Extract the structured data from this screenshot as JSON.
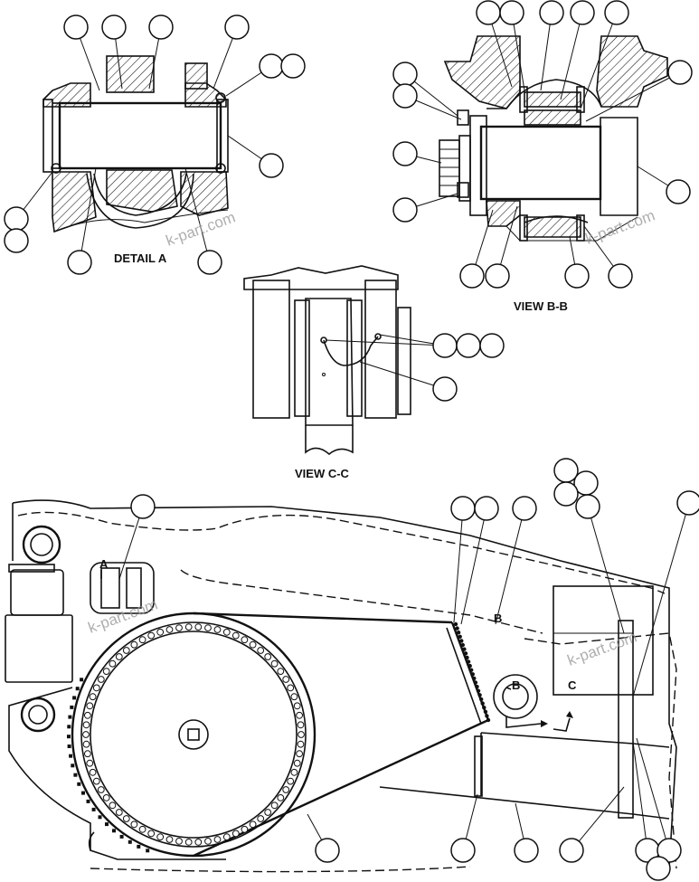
{
  "labels": {
    "detail_a": "DETAIL A",
    "view_bb": "VIEW B-B",
    "view_cc": "VIEW C-C",
    "arrow_a": "A",
    "arrow_b_upper": "B",
    "arrow_b_lower": "B",
    "arrow_c": "C"
  },
  "watermarks": [
    "k-part.com",
    "k-part.com",
    "k-part.com",
    "k-part.com"
  ],
  "colors": {
    "ink": "#111111",
    "background": "#ffffff",
    "watermark": "#9a9a9a"
  }
}
